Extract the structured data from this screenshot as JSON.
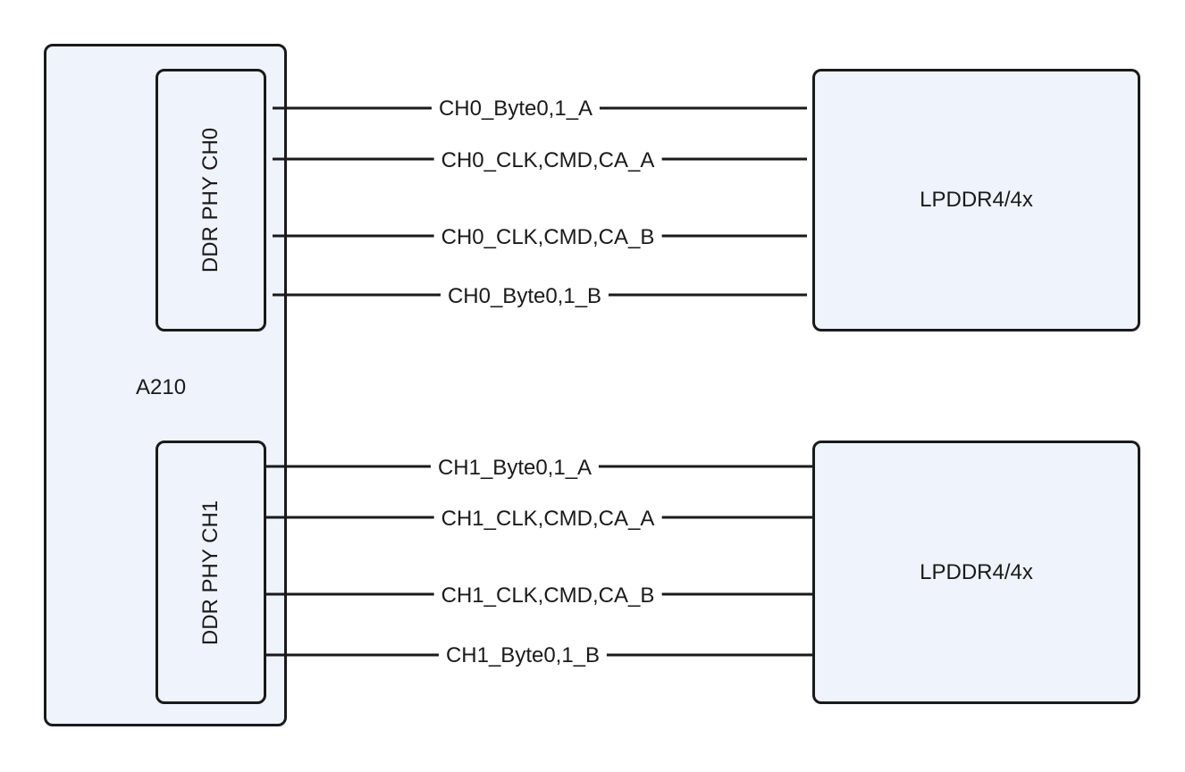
{
  "diagram": {
    "soc_label": "A210",
    "phy": [
      {
        "label": "DDR PHY CH0"
      },
      {
        "label": "DDR PHY CH1"
      }
    ],
    "memory": [
      {
        "label": "LPDDR4/4x"
      },
      {
        "label": "LPDDR4/4x"
      }
    ],
    "signals": [
      {
        "label": "CH0_Byte0,1_A"
      },
      {
        "label": "CH0_CLK,CMD,CA_A"
      },
      {
        "label": "CH0_CLK,CMD,CA_B"
      },
      {
        "label": "CH0_Byte0,1_B"
      },
      {
        "label": "CH1_Byte0,1_A"
      },
      {
        "label": "CH1_CLK,CMD,CA_A"
      },
      {
        "label": "CH1_CLK,CMD,CA_B"
      },
      {
        "label": "CH1_Byte0,1_B"
      }
    ],
    "colors": {
      "box_fill": "#eef3fc",
      "stroke": "#1a1a1a"
    }
  }
}
